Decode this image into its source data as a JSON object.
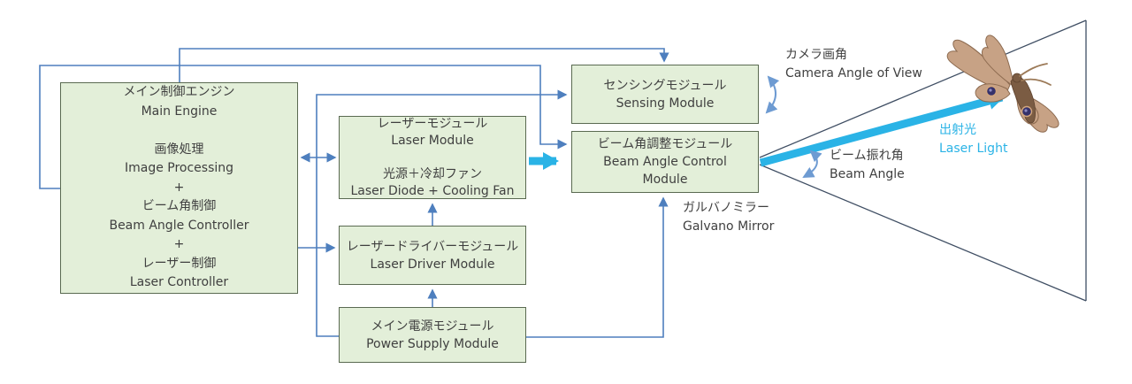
{
  "colors": {
    "box_fill": "#e3efd9",
    "box_border": "#5a6a51",
    "connector": "#4e7fbe",
    "arc": "#6e9bd2",
    "beam": "#2ab3e6",
    "fov": "#3f4e63",
    "text": "#3f3f3f"
  },
  "nodes": {
    "main": {
      "lines": [
        "メイン制御エンジン",
        "Main Engine",
        "",
        "画像処理",
        "Image Processing",
        "+",
        "ビーム角制御",
        "Beam Angle Controller",
        "+",
        "レーザー制御",
        "Laser Controller"
      ]
    },
    "laser": {
      "lines": [
        "レーザーモジュール",
        "Laser Module",
        "",
        "光源＋冷却ファン",
        "Laser Diode + Cooling Fan"
      ]
    },
    "driver": {
      "lines": [
        "レーザードライバーモジュール",
        "Laser Driver Module"
      ]
    },
    "power": {
      "lines": [
        "メイン電源モジュール",
        "Power Supply Module"
      ]
    },
    "sensing": {
      "lines": [
        "センシングモジュール",
        "Sensing Module"
      ]
    },
    "beam": {
      "lines": [
        "ビーム角調整モジュール",
        "Beam Angle Control Module"
      ]
    }
  },
  "annotations": {
    "camera": {
      "jp": "カメラ画角",
      "en": "Camera Angle of View"
    },
    "beam_angle": {
      "jp": "ビーム振れ角",
      "en": "Beam Angle"
    },
    "galvano": {
      "jp": "ガルバノミラー",
      "en": "Galvano Mirror"
    },
    "laser_light": {
      "jp": "出射光",
      "en": "Laser Light"
    }
  },
  "icons": {
    "moth": "moth-image"
  }
}
